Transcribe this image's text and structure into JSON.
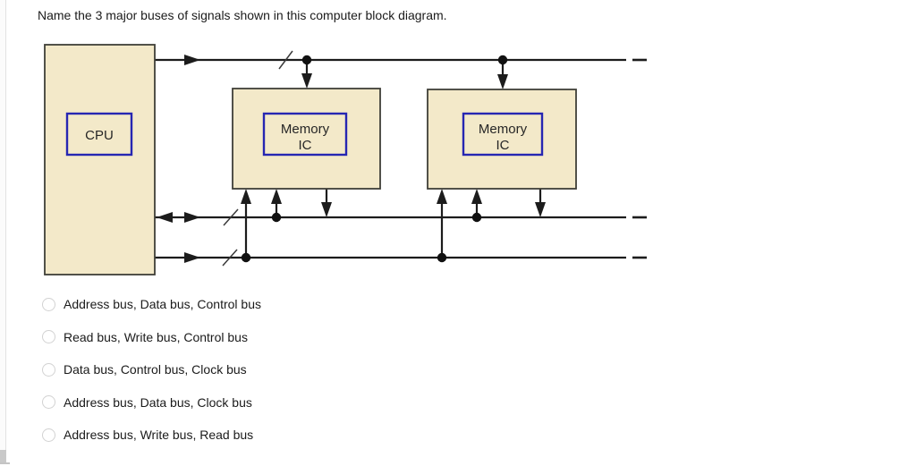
{
  "question": {
    "title": "Name the 3 major buses of signals shown in this computer block diagram."
  },
  "diagram": {
    "cpu": {
      "label": "CPU"
    },
    "memory1": {
      "line1": "Memory",
      "line2": "IC"
    },
    "memory2": {
      "line1": "Memory",
      "line2": "IC"
    },
    "colors": {
      "box_fill": "#f3e9c9",
      "box_border": "#3f3f38",
      "label_box_border": "#2626b2",
      "bus_line": "#1c1c1c"
    }
  },
  "options": [
    {
      "label": "Address bus, Data bus, Control bus",
      "selected": false
    },
    {
      "label": "Read bus, Write bus, Control bus",
      "selected": false
    },
    {
      "label": "Data bus, Control bus, Clock bus",
      "selected": false
    },
    {
      "label": "Address bus, Data bus, Clock bus",
      "selected": false
    },
    {
      "label": "Address bus, Write bus, Read bus",
      "selected": false
    }
  ]
}
